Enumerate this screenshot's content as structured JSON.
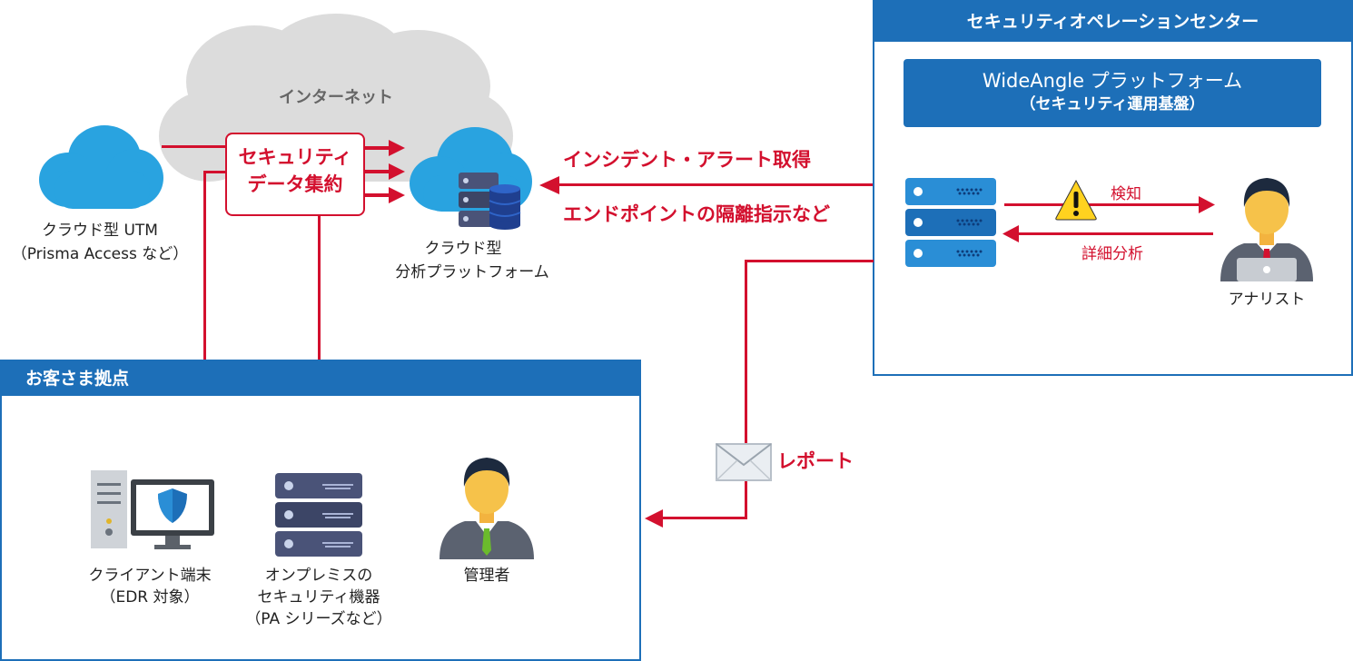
{
  "internet": {
    "label": "インターネット"
  },
  "utm": {
    "line1": "クラウド型 UTM",
    "line2": "（Prisma Access など）"
  },
  "aggregation": {
    "line1": "セキュリティ",
    "line2": "データ集約"
  },
  "analytics": {
    "line1": "クラウド型",
    "line2": "分析プラットフォーム"
  },
  "flows": {
    "incident": "インシデント・アラート取得",
    "isolation": "エンドポイントの隔離指示など",
    "detect": "検知",
    "detail": "詳細分析",
    "report": "レポート"
  },
  "soc": {
    "title": "セキュリティオペレーションセンター",
    "platform_line1": "WideAngle プラットフォーム",
    "platform_line2": "（セキュリティ運用基盤）",
    "analyst": "アナリスト"
  },
  "customer": {
    "title": "お客さま拠点",
    "client_line1": "クライアント端末",
    "client_line2": "（EDR 対象）",
    "onprem_line1": "オンプレミスの",
    "onprem_line2": "セキュリティ機器",
    "onprem_line3": "（PA シリーズなど）",
    "admin": "管理者"
  },
  "colors": {
    "accent_blue": "#1d6fb8",
    "accent_red": "#d3102e",
    "cloud_blue": "#29a3e0",
    "cloud_gray": "#dcdcdc"
  }
}
